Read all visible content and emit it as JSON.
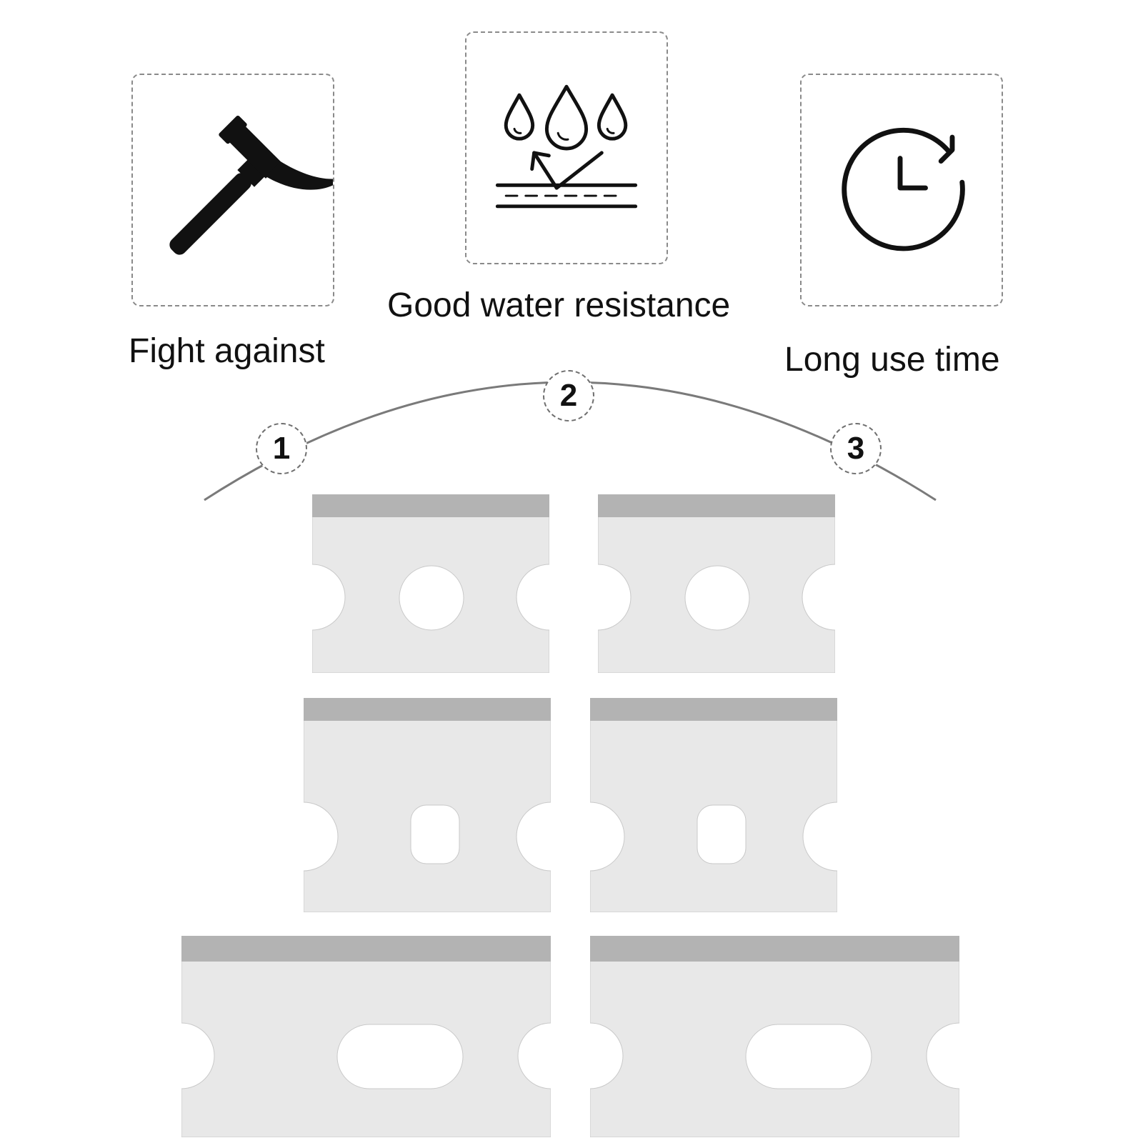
{
  "features": [
    {
      "id": "fight",
      "label": "Fight against",
      "icon": "hammer-icon"
    },
    {
      "id": "water",
      "label": "Good water resistance",
      "icon": "water-drops-icon"
    },
    {
      "id": "time",
      "label": "Long use time",
      "icon": "clock-refresh-icon"
    }
  ],
  "badges": [
    "1",
    "2",
    "3"
  ],
  "blades": [
    {
      "type": "round-hole",
      "row": 1
    },
    {
      "type": "round-hole",
      "row": 1
    },
    {
      "type": "rounded-square-hole",
      "row": 2
    },
    {
      "type": "rounded-square-hole",
      "row": 2
    },
    {
      "type": "slot-hole",
      "row": 3
    },
    {
      "type": "slot-hole",
      "row": 3
    }
  ],
  "colors": {
    "dashed_border": "#8a8a8a",
    "icon": "#111111",
    "blade_body": "#e8e8e8",
    "blade_edge": "#b3b3b3",
    "arc": "#7a7a7a"
  }
}
